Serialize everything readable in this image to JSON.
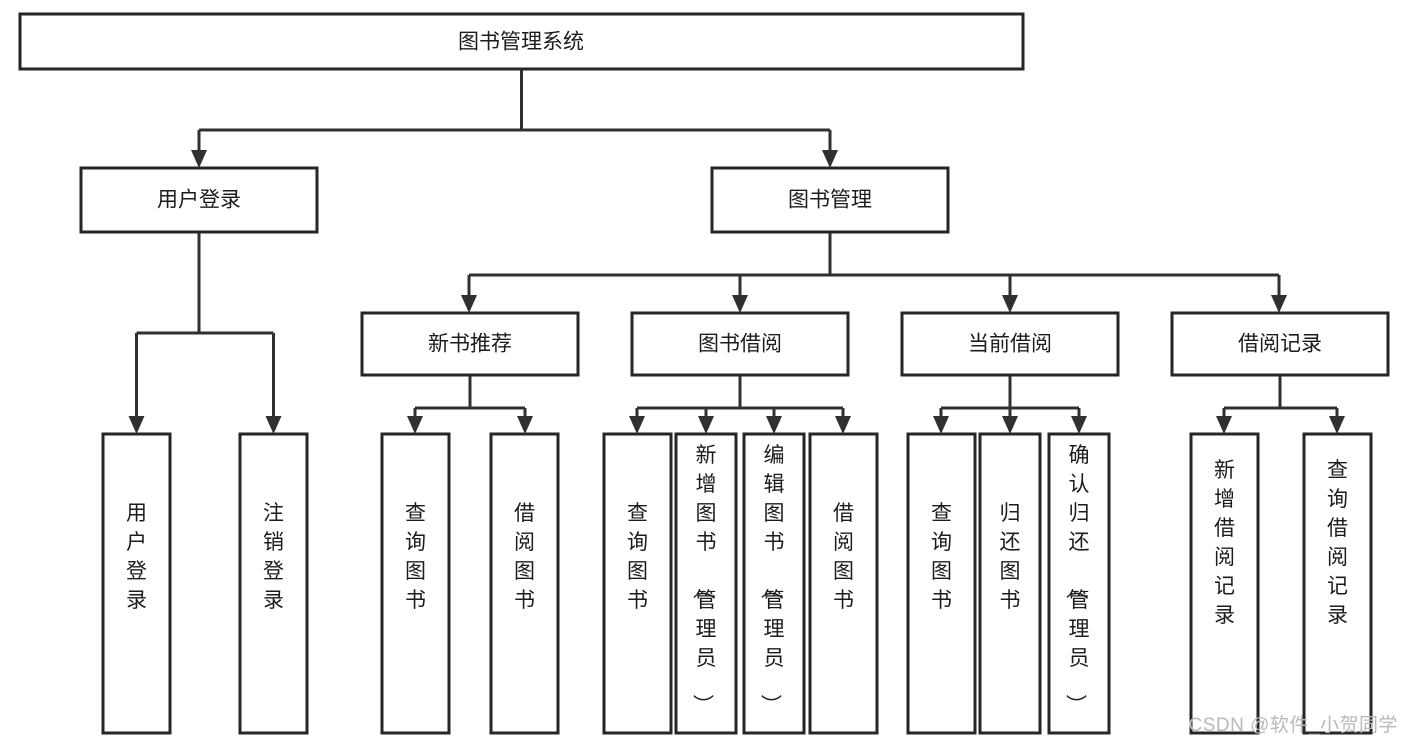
{
  "diagram": {
    "type": "tree",
    "title": "图书管理系统",
    "orientation": "top-down",
    "watermark": "CSDN @软件_小贺同学",
    "colors": {
      "box_fill": "#ffffff",
      "box_stroke": "#262626",
      "edge": "#303030",
      "text": "#1c1c1c",
      "watermark": "#b9b9b9",
      "background": "#ffffff"
    },
    "nodes": {
      "root": {
        "label": "图书管理系统",
        "level": 0,
        "orientation": "horizontal"
      },
      "user_login": {
        "label": "用户登录",
        "level": 1,
        "orientation": "horizontal"
      },
      "book_manage": {
        "label": "图书管理",
        "level": 1,
        "orientation": "horizontal"
      },
      "new_book_rec": {
        "label": "新书推荐",
        "level": 2,
        "orientation": "horizontal"
      },
      "book_borrow": {
        "label": "图书借阅",
        "level": 2,
        "orientation": "horizontal"
      },
      "current_borrow": {
        "label": "当前借阅",
        "level": 2,
        "orientation": "horizontal"
      },
      "borrow_record": {
        "label": "借阅记录",
        "level": 2,
        "orientation": "horizontal"
      },
      "leaf_user_login": {
        "label": "用户登录",
        "level": 3,
        "orientation": "vertical"
      },
      "leaf_logout": {
        "label": "注销登录",
        "level": 3,
        "orientation": "vertical"
      },
      "leaf_query_book_1": {
        "label": "查询图书",
        "level": 3,
        "orientation": "vertical"
      },
      "leaf_borrow_book_1": {
        "label": "借阅图书",
        "level": 3,
        "orientation": "vertical"
      },
      "leaf_query_book_2": {
        "label": "查询图书",
        "level": 3,
        "orientation": "vertical"
      },
      "leaf_add_book": {
        "label": "新增图书（管理员）",
        "level": 3,
        "orientation": "vertical"
      },
      "leaf_edit_book": {
        "label": "编辑图书（管理员）",
        "level": 3,
        "orientation": "vertical"
      },
      "leaf_borrow_book_2": {
        "label": "借阅图书",
        "level": 3,
        "orientation": "vertical"
      },
      "leaf_query_book_3": {
        "label": "查询图书",
        "level": 3,
        "orientation": "vertical"
      },
      "leaf_return_book": {
        "label": "归还图书",
        "level": 3,
        "orientation": "vertical"
      },
      "leaf_confirm_return": {
        "label": "确认归还（管理员）",
        "level": 3,
        "orientation": "vertical"
      },
      "leaf_add_record": {
        "label": "新增借阅记录",
        "level": 3,
        "orientation": "vertical"
      },
      "leaf_query_record": {
        "label": "查询借阅记录",
        "level": 3,
        "orientation": "vertical"
      }
    },
    "edges": [
      {
        "from": "root",
        "to": "user_login"
      },
      {
        "from": "root",
        "to": "book_manage"
      },
      {
        "from": "user_login",
        "to": "leaf_user_login"
      },
      {
        "from": "user_login",
        "to": "leaf_logout"
      },
      {
        "from": "book_manage",
        "to": "new_book_rec"
      },
      {
        "from": "book_manage",
        "to": "book_borrow"
      },
      {
        "from": "book_manage",
        "to": "current_borrow"
      },
      {
        "from": "book_manage",
        "to": "borrow_record"
      },
      {
        "from": "new_book_rec",
        "to": "leaf_query_book_1"
      },
      {
        "from": "new_book_rec",
        "to": "leaf_borrow_book_1"
      },
      {
        "from": "book_borrow",
        "to": "leaf_query_book_2"
      },
      {
        "from": "book_borrow",
        "to": "leaf_add_book"
      },
      {
        "from": "book_borrow",
        "to": "leaf_edit_book"
      },
      {
        "from": "book_borrow",
        "to": "leaf_borrow_book_2"
      },
      {
        "from": "current_borrow",
        "to": "leaf_query_book_3"
      },
      {
        "from": "current_borrow",
        "to": "leaf_return_book"
      },
      {
        "from": "current_borrow",
        "to": "leaf_confirm_return"
      },
      {
        "from": "borrow_record",
        "to": "leaf_add_record"
      },
      {
        "from": "borrow_record",
        "to": "leaf_query_record"
      }
    ]
  }
}
